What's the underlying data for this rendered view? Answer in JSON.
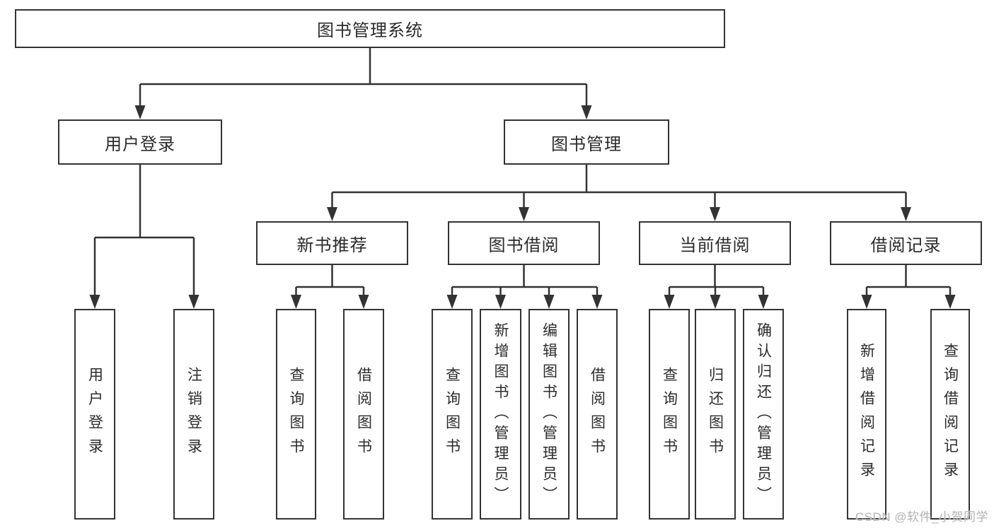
{
  "colors": {
    "line": "#333333",
    "box_border": "#333333",
    "text": "#2b2b2b",
    "background": "#ffffff",
    "watermark": "#b2b2b2"
  },
  "root": {
    "label": "图书管理系统"
  },
  "branches": [
    {
      "label": "用户登录",
      "leaves": [
        {
          "label": "用户登录"
        },
        {
          "label": "注销登录"
        }
      ]
    },
    {
      "label": "图书管理",
      "groups": [
        {
          "label": "新书推荐",
          "leaves": [
            {
              "label": "查询图书"
            },
            {
              "label": "借阅图书"
            }
          ]
        },
        {
          "label": "图书借阅",
          "leaves": [
            {
              "label": "查询图书"
            },
            {
              "label": "新增图书（管理员）"
            },
            {
              "label": "编辑图书（管理员）"
            },
            {
              "label": "借阅图书"
            }
          ]
        },
        {
          "label": "当前借阅",
          "leaves": [
            {
              "label": "查询图书"
            },
            {
              "label": "归还图书"
            },
            {
              "label": "确认归还（管理员）"
            }
          ]
        },
        {
          "label": "借阅记录",
          "leaves": [
            {
              "label": "新增借阅记录"
            },
            {
              "label": "查询借阅记录"
            }
          ]
        }
      ]
    }
  ],
  "watermark": {
    "text": "CSDN @软件_小贺同学"
  }
}
